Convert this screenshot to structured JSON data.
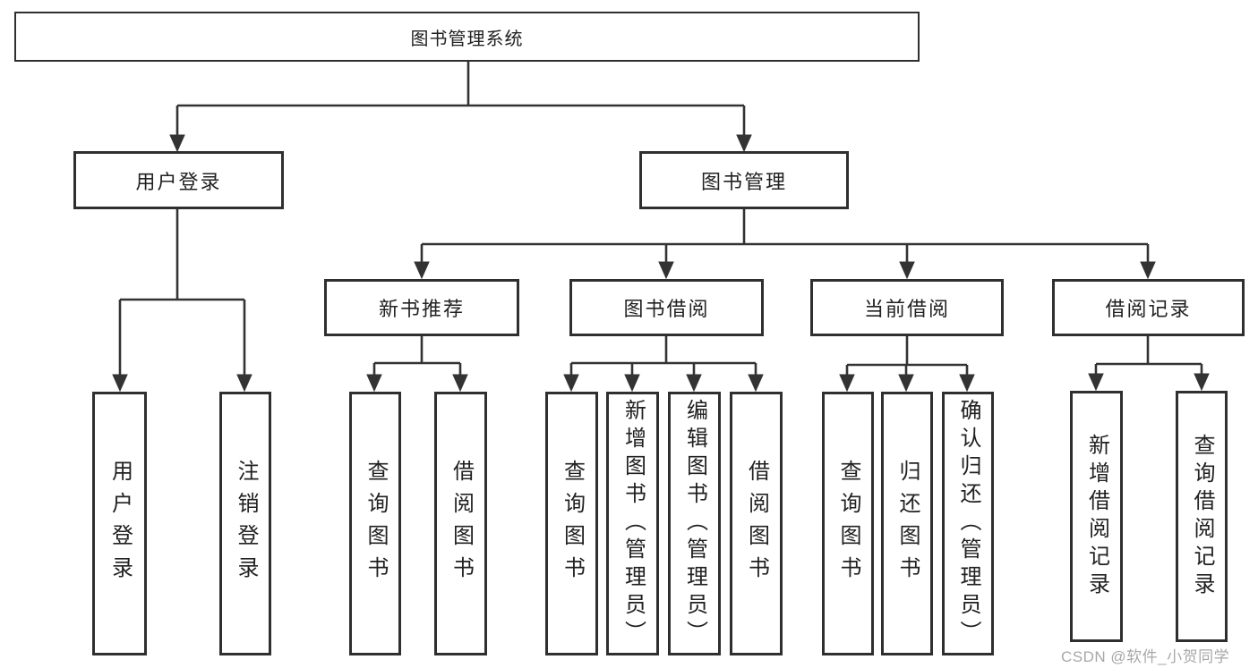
{
  "diagram": {
    "root": {
      "label": "图书管理系统"
    },
    "branches": [
      {
        "label": "用户登录",
        "children": [
          {
            "label": "用户登录"
          },
          {
            "label": "注销登录"
          }
        ]
      },
      {
        "label": "图书管理",
        "children": [
          {
            "label": "新书推荐",
            "children": [
              {
                "label": "查询图书"
              },
              {
                "label": "借阅图书"
              }
            ]
          },
          {
            "label": "图书借阅",
            "children": [
              {
                "label": "查询图书"
              },
              {
                "label": "新增图书（管理员）"
              },
              {
                "label": "编辑图书（管理员）"
              },
              {
                "label": "借阅图书"
              }
            ]
          },
          {
            "label": "当前借阅",
            "children": [
              {
                "label": "查询图书"
              },
              {
                "label": "归还图书"
              },
              {
                "label": "确认归还（管理员）"
              }
            ]
          },
          {
            "label": "借阅记录",
            "children": [
              {
                "label": "新增借阅记录"
              },
              {
                "label": "查询借阅记录"
              }
            ]
          }
        ]
      }
    ]
  },
  "watermark": {
    "text": "CSDN @软件_小贺同学"
  },
  "colors": {
    "line": "#333333",
    "border": "#2f2f2f",
    "text": "#212121",
    "watermark": "#a8a8a8",
    "background": "#ffffff"
  }
}
